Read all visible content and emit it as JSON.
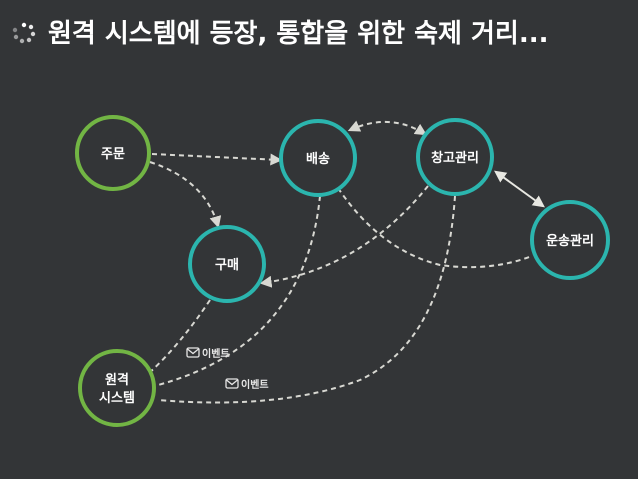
{
  "title": "원격 시스템에 등장, 통합을 위한 숙제 거리...",
  "colors": {
    "background": "#333537",
    "green_node": "#72b544",
    "teal_node": "#2bb5ae",
    "edge": "#d8d8d2"
  },
  "icons": [
    "loading-dots-icon",
    "envelope-icon"
  ],
  "nodes": {
    "order": "주문",
    "shipping": "배송",
    "warehouse": "창고관리",
    "purchase": "구매",
    "transport": "운송관리",
    "remote_line1": "원격",
    "remote_line2": "시스템"
  },
  "events": {
    "event1": "이벤트",
    "event2": "이벤트"
  }
}
